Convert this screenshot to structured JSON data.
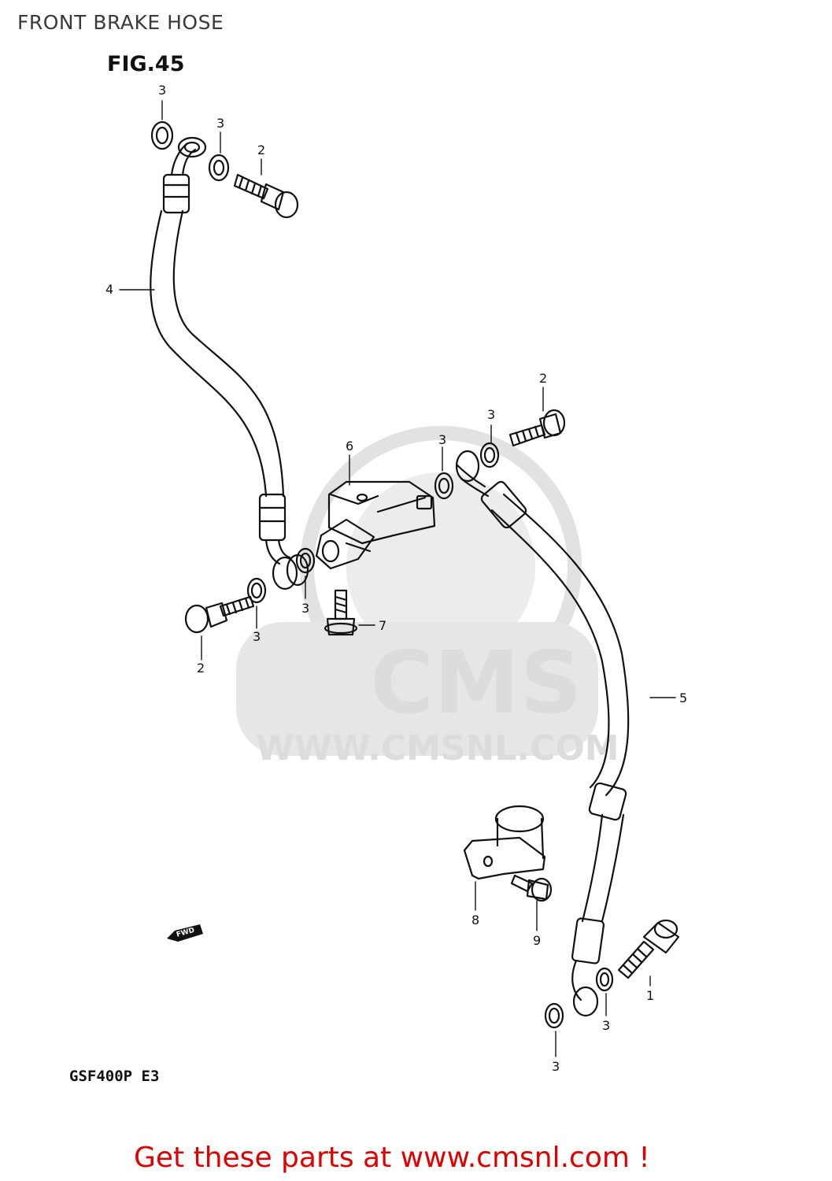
{
  "page_title": "FRONT BRAKE HOSE",
  "figure_label": "FIG.45",
  "model_code": "GSF400P E3",
  "cta_text": "Get these parts at www.cmsnl.com !",
  "watermark": {
    "logo_text": "CMS",
    "url_text": "WWW.CMSNL.COM"
  },
  "fwd_label": "FWD",
  "callouts": {
    "c3_top1": "3",
    "c3_top2": "3",
    "c2_top": "2",
    "c4": "4",
    "c2_right": "2",
    "c3_right1": "3",
    "c3_right2": "3",
    "c6": "6",
    "c3_mid": "3",
    "c7": "7",
    "c3_left": "3",
    "c2_left": "2",
    "c5": "5",
    "c8": "8",
    "c9": "9",
    "c1": "1",
    "c3_bot1": "3",
    "c3_bot2": "3"
  },
  "colors": {
    "cta": "#e00000",
    "watermark": "#dcdcdc",
    "ink": "#111111"
  }
}
